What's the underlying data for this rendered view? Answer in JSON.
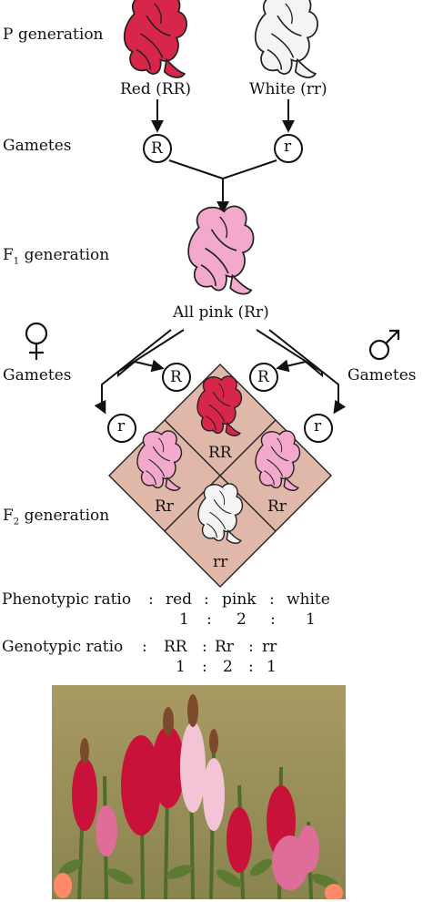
{
  "labels": {
    "p_generation": "P generation",
    "gametes_top": "Gametes",
    "f1_generation": "F",
    "f1_sub": "1",
    "f1_generation_suffix": " generation",
    "gametes_female": "Gametes",
    "gametes_male": "Gametes",
    "f2_generation": "F",
    "f2_sub": "2",
    "f2_generation_suffix": " generation"
  },
  "parents": {
    "red_label": "Red (RR)",
    "white_label": "White (rr)"
  },
  "gametes": {
    "p_left": "R",
    "p_right": "r",
    "f1_female_r_upper": "R",
    "f1_female_r_lower": "r",
    "f1_male_r_upper": "R",
    "f1_male_r_lower": "r"
  },
  "f1": {
    "label": "All pink (Rr)"
  },
  "punnett": {
    "top": "RR",
    "left": "Rr",
    "right": "Rr",
    "bottom": "rr"
  },
  "phenotypic": {
    "title": "Phenotypic ratio",
    "sep": ":",
    "names": [
      "red",
      "pink",
      "white"
    ],
    "values": [
      "1",
      "2",
      "1"
    ]
  },
  "genotypic": {
    "title": "Genotypic ratio",
    "sep": ":",
    "names": [
      "RR",
      "Rr",
      "rr"
    ],
    "values": [
      "1",
      "2",
      "1"
    ]
  },
  "colors": {
    "red_flower": "#d8254a",
    "pink_flower": "#f3a9cc",
    "white_flower": "#f4f4f4",
    "punnett_fill": "#dfb8aa",
    "outline": "#222222"
  },
  "symbols": {
    "female": "female-symbol",
    "male": "male-symbol"
  }
}
